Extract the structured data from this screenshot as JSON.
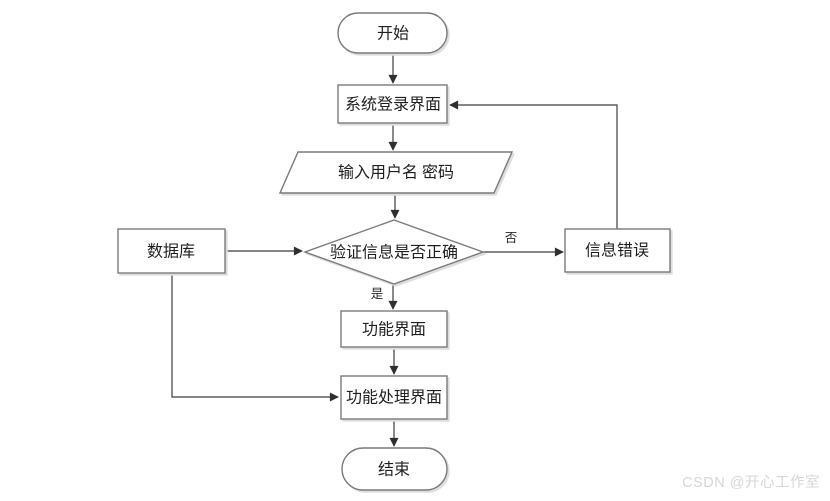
{
  "diagram": {
    "title": "login-flowchart",
    "nodes": {
      "start": {
        "shape": "terminator",
        "label": "开始"
      },
      "login": {
        "shape": "rectangle",
        "label": "系统登录界面"
      },
      "input": {
        "shape": "parallelogram",
        "label": "输入用户名 密码"
      },
      "decision": {
        "shape": "diamond",
        "label": "验证信息是否正确"
      },
      "database": {
        "shape": "rectangle",
        "label": "数据库"
      },
      "error": {
        "shape": "rectangle",
        "label": "信息错误"
      },
      "function": {
        "shape": "rectangle",
        "label": "功能界面"
      },
      "process": {
        "shape": "rectangle",
        "label": "功能处理界面"
      },
      "end": {
        "shape": "terminator",
        "label": "结束"
      }
    },
    "edge_labels": {
      "no": "否",
      "yes": "是"
    }
  },
  "watermark": {
    "text": "CSDN @开心工作室"
  },
  "colors": {
    "background": "#ffffff",
    "shape_border": "#7a7a7a",
    "shape_fill": "#ffffff",
    "connector": "#3d3d3d",
    "text": "#1f1f1f",
    "watermark": "#d7d7d7"
  }
}
